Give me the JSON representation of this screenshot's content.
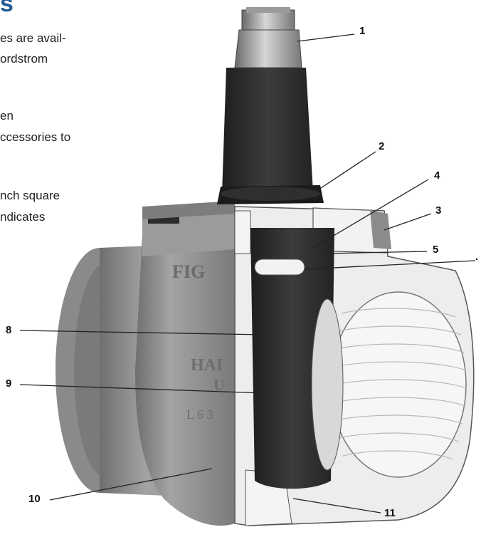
{
  "text": {
    "heading": "s",
    "lines": [
      "es are avail-",
      "ordstrom",
      "en",
      "ccessories to",
      "nch square",
      "ndicates"
    ]
  },
  "callouts": {
    "c1": "1",
    "c2": "2",
    "c3": "3",
    "c4": "4",
    "c5": "5",
    "c6": ".",
    "c8": "8",
    "c9": "9",
    "c10": "10",
    "c11": "11"
  },
  "casting": {
    "fig": "FIG",
    "mark": "HAI",
    "u": "U",
    "nums": "L 6 3"
  },
  "colors": {
    "body_gray": "#8e8e8e",
    "dark_plug": "#2a2a2a",
    "cut_white": "#efefef",
    "heading_blue": "#1f5a92"
  }
}
